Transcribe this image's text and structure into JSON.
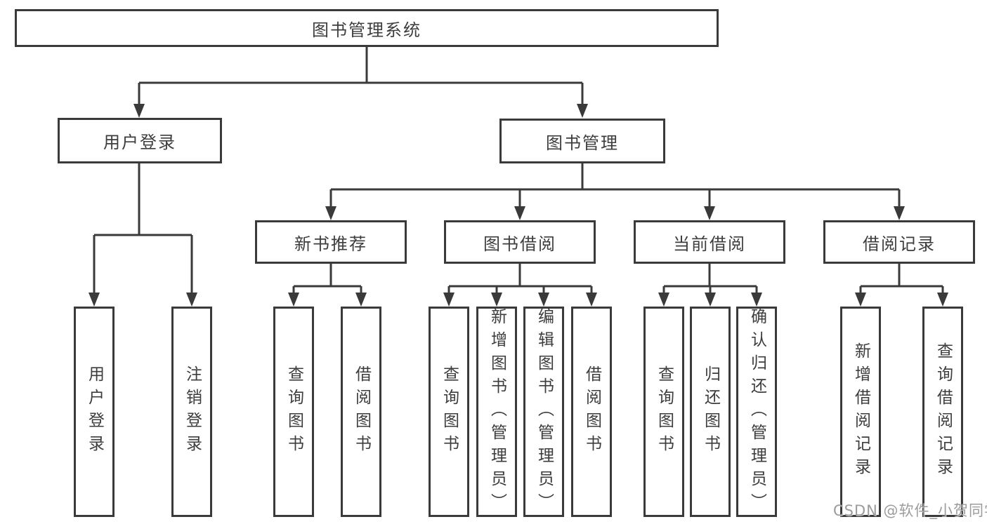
{
  "tree": {
    "root": {
      "label": "图书管理系统",
      "children": [
        {
          "label": "用户登录",
          "children": [
            {
              "label": "用户登录"
            },
            {
              "label": "注销登录"
            }
          ]
        },
        {
          "label": "图书管理",
          "children": [
            {
              "label": "新书推荐",
              "children": [
                {
                  "label": "查询图书"
                },
                {
                  "label": "借阅图书"
                }
              ]
            },
            {
              "label": "图书借阅",
              "children": [
                {
                  "label": "查询图书"
                },
                {
                  "label": "新增图书（管理员）"
                },
                {
                  "label": "编辑图书（管理员）"
                },
                {
                  "label": "借阅图书"
                }
              ]
            },
            {
              "label": "当前借阅",
              "children": [
                {
                  "label": "查询图书"
                },
                {
                  "label": "归还图书"
                },
                {
                  "label": "确认归还（管理员）"
                }
              ]
            },
            {
              "label": "借阅记录",
              "children": [
                {
                  "label": "新增借阅记录"
                },
                {
                  "label": "查询借阅记录"
                }
              ]
            }
          ]
        }
      ]
    }
  },
  "watermark": {
    "text": "CSDN @软件_小贺同学"
  },
  "colors": {
    "line": "#3a3a3a",
    "text": "#3d3d3d",
    "background": "#ffffff",
    "watermark": "#9c9c9c"
  }
}
